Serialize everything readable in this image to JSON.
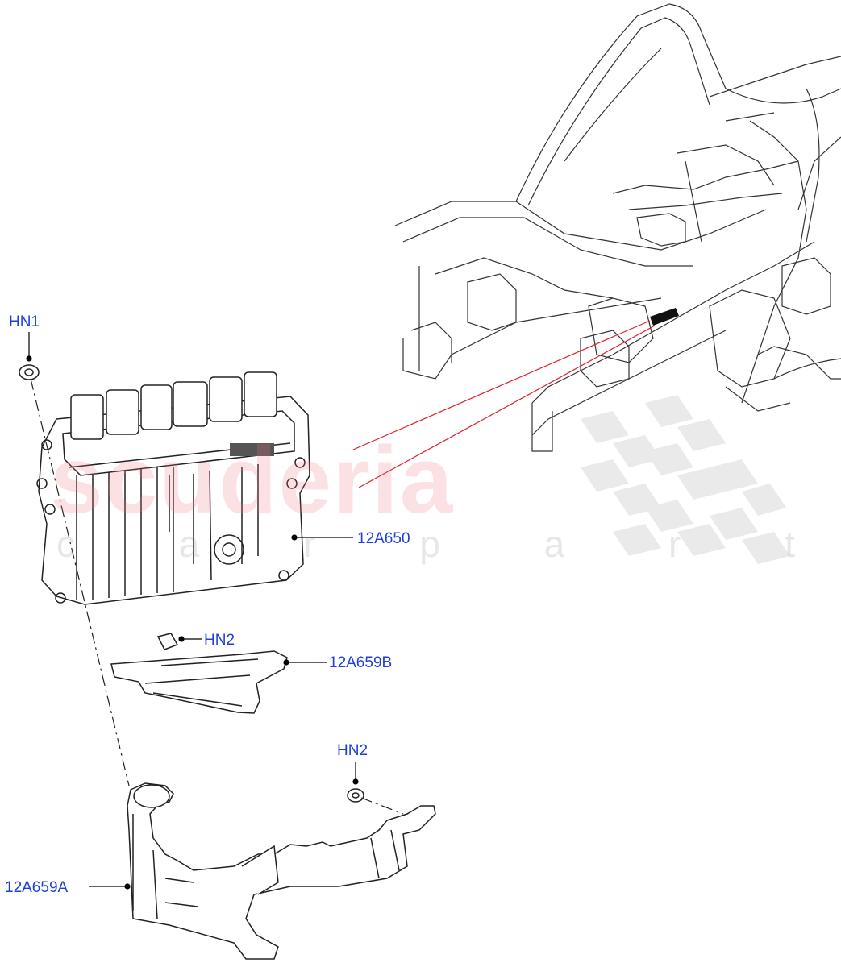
{
  "callouts": {
    "hn1": "HN1",
    "ecu": "12A650",
    "hn2_upper": "HN2",
    "bracket_b": "12A659B",
    "hn2_lower": "HN2",
    "bracket_a": "12A659A"
  },
  "watermark": {
    "brand": "scuderia",
    "sub": "c a r p a r t s"
  },
  "colors": {
    "callout_text": "#1f3fd6",
    "leader_line": "#000000",
    "location_pointer": "#e0202a",
    "watermark": "#eb7882"
  }
}
